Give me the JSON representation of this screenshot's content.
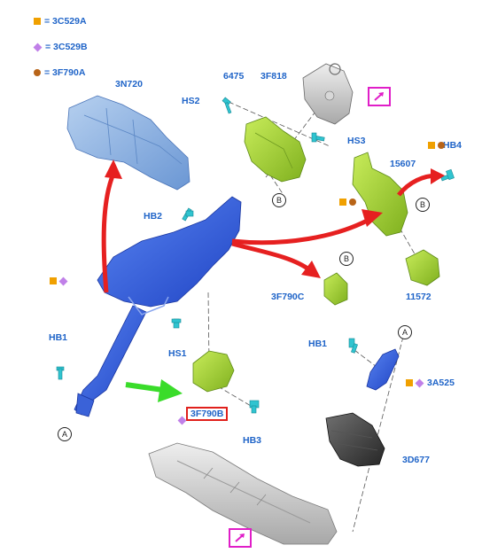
{
  "legend": [
    {
      "symbol": "square",
      "color": "#f0a000",
      "text": "= 3C529A"
    },
    {
      "symbol": "diamond",
      "color": "#c080e8",
      "text": "= 3C529B"
    },
    {
      "symbol": "dot",
      "color": "#b86418",
      "text": "= 3F790A"
    }
  ],
  "labels": {
    "n3N720": "3N720",
    "n6475": "6475",
    "n3F818": "3F818",
    "hs2": "HS2",
    "hs3": "HS3",
    "hb4": "HB4",
    "n15607": "15607",
    "hb2": "HB2",
    "n3F790C": "3F790C",
    "n11572": "11572",
    "hb1_left": "HB1",
    "hs1": "HS1",
    "n3F790B": "3F790B",
    "hb3": "HB3",
    "hb1_right": "HB1",
    "n3A525": "3A525",
    "n3D677": "3D677"
  },
  "callouts": {
    "b_top": "B",
    "b_right": "B",
    "b_mid": "B",
    "a_right": "A",
    "a_left": "A"
  },
  "colors": {
    "label_blue": "#1f64c8",
    "column_blue": "#2f5fe0",
    "shield_blue": "#86aee0",
    "part_green": "#a8d838",
    "bolt_cyan": "#30c4d0",
    "arrow_red": "#e62020",
    "arrow_green": "#3adc2a",
    "highlight_red": "#e0201c",
    "magenta": "#e01ec8",
    "rack_gray": "#c8c8c8"
  },
  "icons": [
    "magnifier-arrow-icon",
    "magnifier-arrow-icon"
  ]
}
